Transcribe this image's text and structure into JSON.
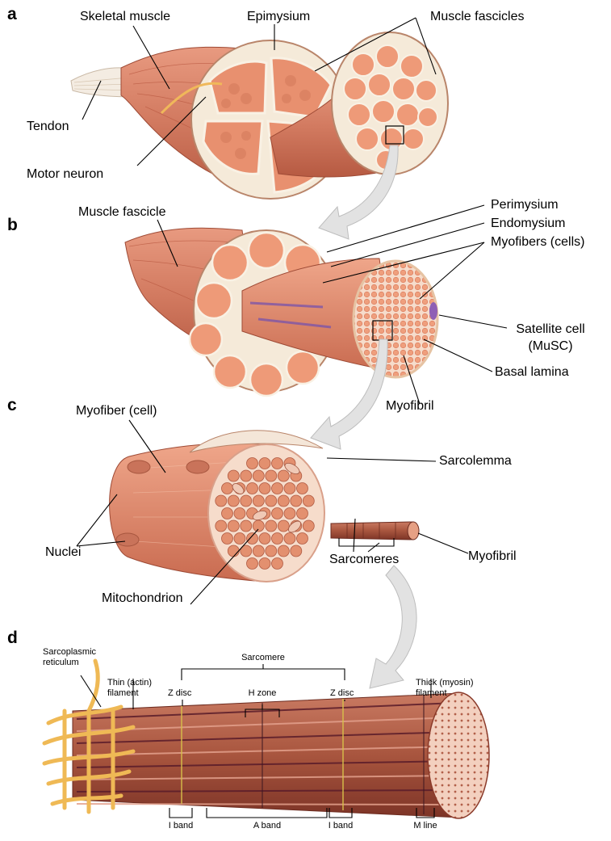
{
  "panels": [
    "a",
    "b",
    "c",
    "d"
  ],
  "panel_a": {
    "skeletal_muscle": "Skeletal muscle",
    "epimysium": "Epimysium",
    "muscle_fascicles": "Muscle fascicles",
    "tendon": "Tendon",
    "motor_neuron": "Motor neuron"
  },
  "panel_b": {
    "muscle_fascicle": "Muscle fascicle",
    "perimysium": "Perimysium",
    "endomysium": "Endomysium",
    "myofibers": "Myofibers (cells)",
    "satellite_cell": "Satellite cell",
    "satellite_cell_abbr": "(MuSC)",
    "basal_lamina": "Basal lamina",
    "myofibril": "Myofibril"
  },
  "panel_c": {
    "myofiber": "Myofiber (cell)",
    "sarcolemma": "Sarcolemma",
    "nuclei": "Nuclei",
    "myofibril": "Myofibril",
    "sarcomeres": "Sarcomeres",
    "mitochondrion": "Mitochondrion"
  },
  "panel_d": {
    "sr_line1": "Sarcoplasmic",
    "sr_line2": "reticulum",
    "sarcomere": "Sarcomere",
    "thin_line1": "Thin (actin)",
    "thin_line2": "filament",
    "z_disc_left": "Z disc",
    "h_zone": "H zone",
    "z_disc_right": "Z disc",
    "thick_line1": "Thick (myosin)",
    "thick_line2": "filament",
    "i_band_left": "I band",
    "a_band": "A band",
    "i_band_right": "I band",
    "m_line": "M line"
  },
  "colors": {
    "muscle": "#d9826a",
    "muscle_dark": "#b8573f",
    "fiber": "#ee9a78",
    "connective": "#f7ecdc",
    "sr": "#f2c265",
    "arrow": "#dcdcdc"
  }
}
